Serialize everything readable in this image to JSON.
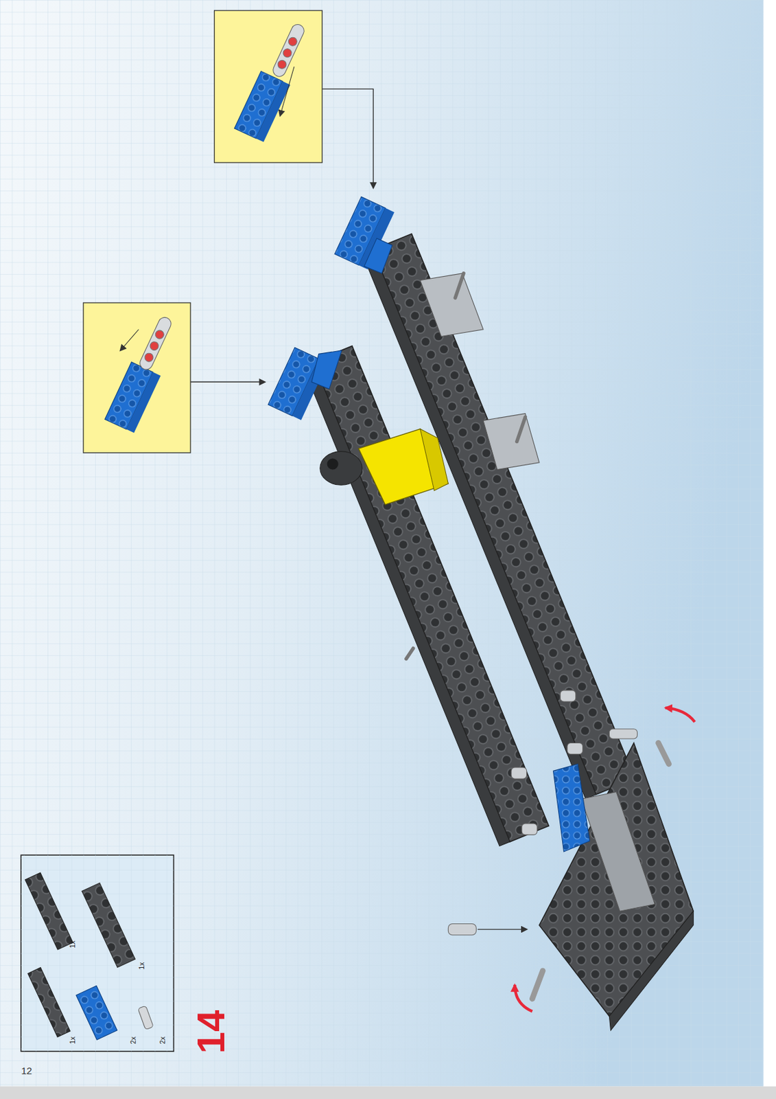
{
  "diagram": {
    "labels": [
      "12",
      "14",
      "1x",
      "1x",
      "1x",
      "2x",
      "2x"
    ]
  }
}
